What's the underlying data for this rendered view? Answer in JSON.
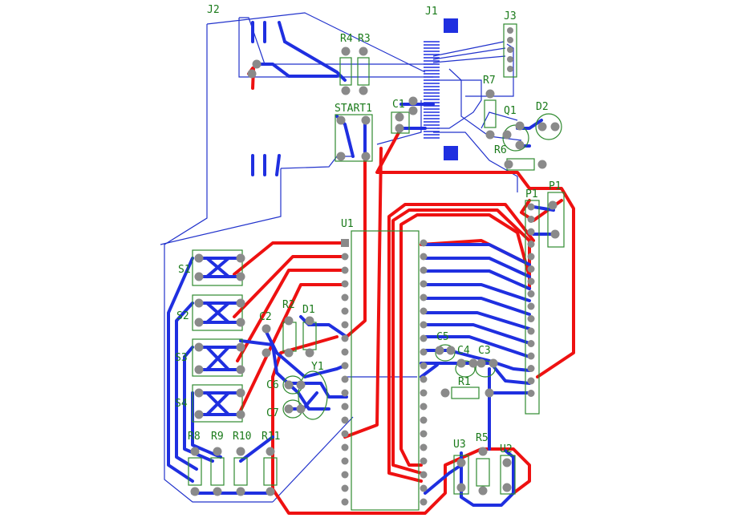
{
  "labels": {
    "j2": "J2",
    "j1": "J1",
    "j3": "J3",
    "r4": "R4",
    "r3": "R3",
    "r7": "R7",
    "start1": "START1",
    "c1": "C1",
    "q1": "Q1",
    "d2": "D2",
    "r6": "R6",
    "p1": "P1",
    "p1b": "P1",
    "u1": "U1",
    "s1": "S1",
    "s2": "S2",
    "s3": "S3",
    "s4": "S4",
    "r2": "R2",
    "d1": "D1",
    "c2": "C2",
    "y1": "Y1",
    "c6": "C6",
    "c7": "C7",
    "c5": "C5",
    "c4": "C4",
    "c3": "C3",
    "r1": "R1",
    "r8": "R8",
    "r9": "R9",
    "r10": "R10",
    "r11": "R11",
    "u3": "U3",
    "r5": "R5",
    "u2": "U2"
  },
  "colors": {
    "top_copper": "#ee1111",
    "bottom_copper": "#1f2fe0",
    "silkscreen": "#1a7a1a",
    "pad": "#8a8a8a"
  }
}
